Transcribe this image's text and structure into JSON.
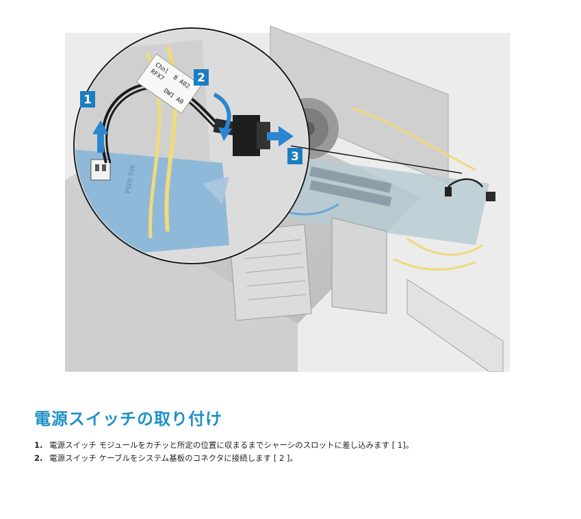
{
  "figure": {
    "callouts": [
      "1",
      "2",
      "3"
    ],
    "cable_label_lines": [
      "Chnl",
      "RFX7",
      "8 A02",
      "DW1 A0"
    ],
    "board_label": "PWR SW",
    "colors": {
      "callout_blue": "#1c7ec2",
      "arrow_blue": "#2b86cf",
      "chassis_gray": "#c6c6c6",
      "board_blue": "#8fb9d8",
      "cable_yellow": "#f0da7a",
      "heading_blue": "#1f8fc9"
    }
  },
  "heading": "電源スイッチの取り付け",
  "steps": [
    {
      "num": "1.",
      "text": "電源スイッチ モジュールをカチッと所定の位置に収まるまでシャーシのスロットに差し込みます [ 1]。"
    },
    {
      "num": "2.",
      "text": "電源スイッチ ケーブルをシステム基板のコネクタに接続します [ 2 ]。"
    }
  ]
}
